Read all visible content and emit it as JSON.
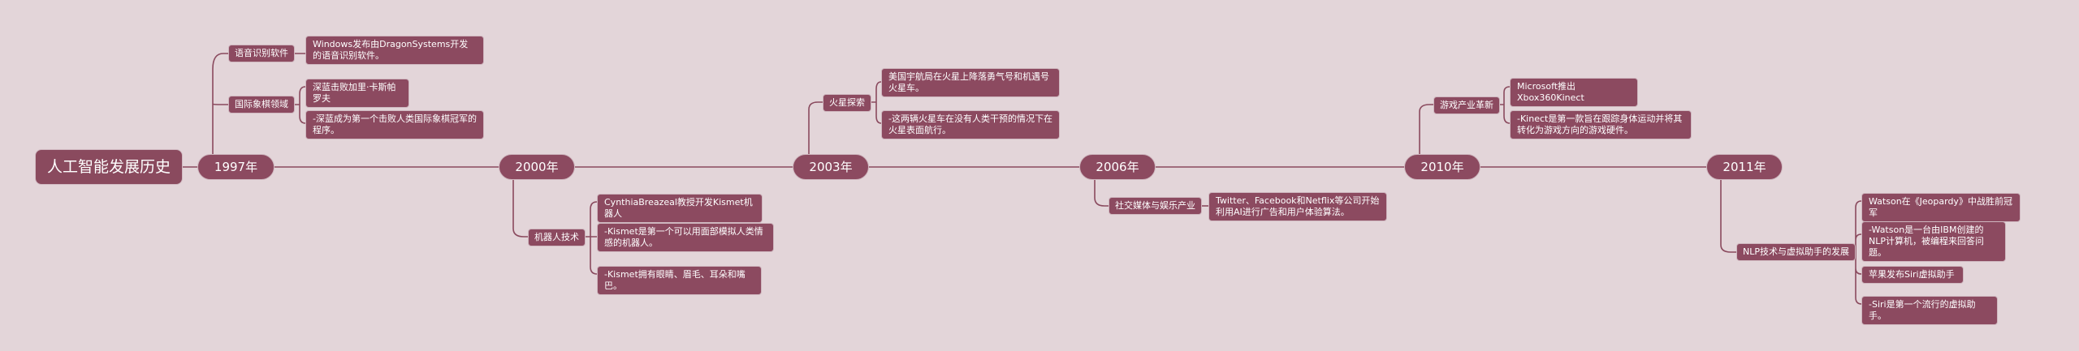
{
  "root": "人工智能发展历史",
  "years": [
    {
      "label": "1997年",
      "topics": [
        {
          "label": "语音识别软件",
          "leaves": [
            "Windows发布由DragonSystems开发的语音识别软件。"
          ]
        },
        {
          "label": "国际象棋领域",
          "leaves": [
            "深蓝击败加里·卡斯帕罗夫",
            "-深蓝成为第一个击败人类国际象棋冠军的程序。"
          ]
        }
      ]
    },
    {
      "label": "2000年",
      "topics": [
        {
          "label": "机器人技术",
          "leaves": [
            "CynthiaBreazeal教授开发Kismet机器人",
            "-Kismet是第一个可以用面部模拟人类情感的机器人。",
            "-Kismet拥有眼睛、眉毛、耳朵和嘴巴。"
          ]
        }
      ]
    },
    {
      "label": "2003年",
      "topics": [
        {
          "label": "火星探索",
          "leaves": [
            "美国宇航局在火星上降落勇气号和机遇号火星车。",
            "-这两辆火星车在没有人类干预的情况下在火星表面航行。"
          ]
        }
      ]
    },
    {
      "label": "2006年",
      "topics": [
        {
          "label": "社交媒体与娱乐产业",
          "leaves": [
            "Twitter、Facebook和Netflix等公司开始利用AI进行广告和用户体验算法。"
          ]
        }
      ]
    },
    {
      "label": "2010年",
      "topics": [
        {
          "label": "游戏产业革新",
          "leaves": [
            "Microsoft推出Xbox360Kinect",
            "-Kinect是第一款旨在跟踪身体运动并将其转化为游戏方向的游戏硬件。"
          ]
        }
      ]
    },
    {
      "label": "2011年",
      "topics": [
        {
          "label": "NLP技术与虚拟助手的发展",
          "leaves": [
            "Watson在《Jeopardy》中战胜前冠军",
            "-Watson是一台由IBM创建的NLP计算机，被编程来回答问题。",
            "苹果发布Siri虚拟助手",
            "-Siri是第一个流行的虚拟助手。"
          ]
        }
      ]
    }
  ],
  "colors": {
    "background": "#e3d5d9",
    "node": "#8c4a60",
    "line": "#8a4a5e"
  }
}
